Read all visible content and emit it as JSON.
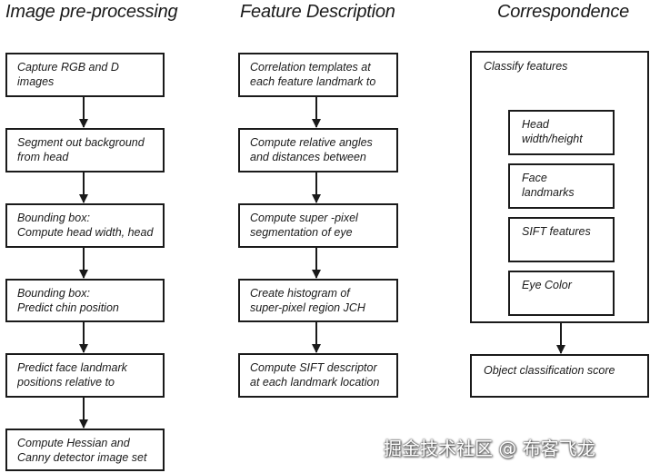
{
  "columns": {
    "preprocessing": {
      "title": "Image pre-processing",
      "steps": [
        [
          "Capture RGB and D",
          "images"
        ],
        [
          "Segment out background",
          "from head"
        ],
        [
          "Bounding box:",
          "Compute head  width, head"
        ],
        [
          "Bounding box:",
          "Predict chin position"
        ],
        [
          "Predict face landmark",
          "positions relative to"
        ],
        [
          "Compute Hessian and",
          "Canny detector image set"
        ]
      ]
    },
    "description": {
      "title": "Feature Description",
      "steps": [
        [
          "Correlation templates at",
          "each feature landmark to"
        ],
        [
          "Compute relative  angles",
          "and distances between"
        ],
        [
          "Compute super -pixel",
          "segmentation of eye"
        ],
        [
          "Create histogram of",
          "super-pixel region JCH"
        ],
        [
          "Compute SIFT descriptor",
          "at each landmark location"
        ]
      ]
    },
    "correspondence": {
      "title": "Correspondence",
      "classify_label": "Classify features",
      "features": [
        [
          "Head",
          "width/height"
        ],
        [
          "Face",
          "landmarks"
        ],
        [
          "SIFT features",
          ""
        ],
        [
          "Eye Color",
          ""
        ]
      ],
      "result": "Object classification  score"
    }
  },
  "watermark": "掘金技术社区 @ 布客飞龙"
}
